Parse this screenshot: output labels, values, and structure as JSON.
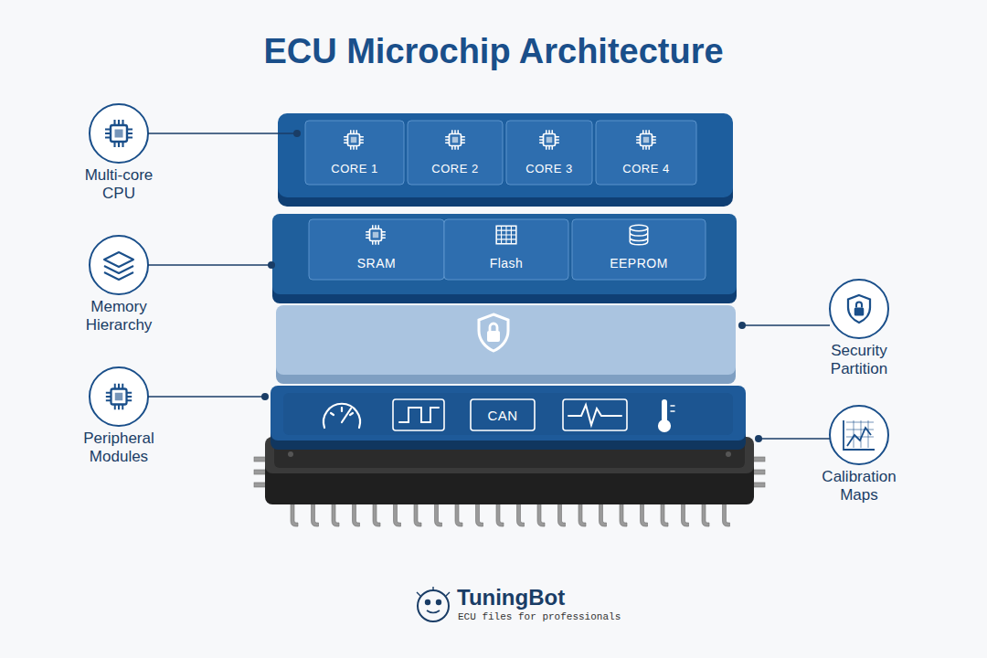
{
  "diagram": {
    "title": "ECU Microchip Architecture",
    "nodes": [
      {
        "text": [
          "CORE 1"
        ]
      },
      {
        "text": [
          "CORE 2"
        ]
      },
      {
        "text": [
          "CORE 3"
        ]
      },
      {
        "text": [
          "CORE 4"
        ]
      },
      {
        "text": [
          "SRAM"
        ]
      },
      {
        "text": [
          "Flash"
        ]
      },
      {
        "text": [
          "EEPROM"
        ]
      },
      {
        "text": [
          "CAN"
        ]
      }
    ],
    "labels": [
      "Multi-core CPU",
      "Memory Hierarchy",
      "Peripheral Modules",
      "Security Partition",
      "Calibration Maps",
      "TuningBot",
      "ECU files for professionals"
    ]
  }
}
